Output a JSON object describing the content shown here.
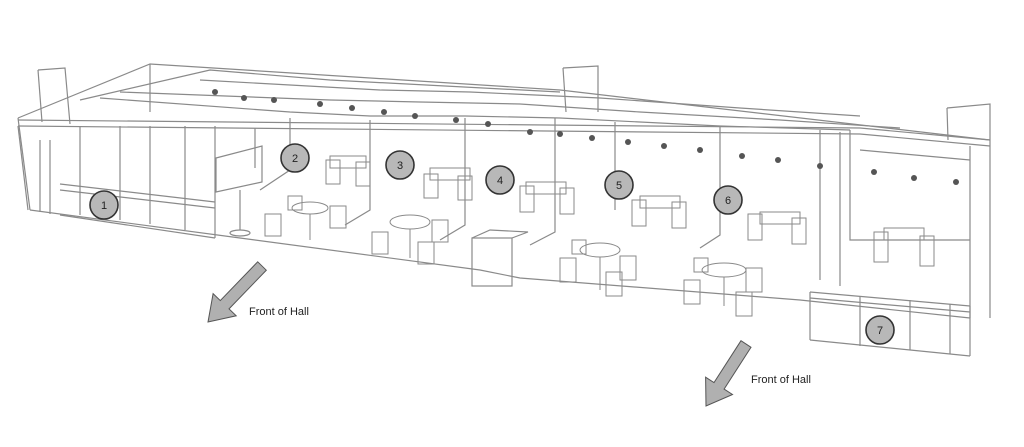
{
  "booths": [
    {
      "number": "1"
    },
    {
      "number": "2"
    },
    {
      "number": "3"
    },
    {
      "number": "4"
    },
    {
      "number": "5"
    },
    {
      "number": "6"
    },
    {
      "number": "7"
    }
  ],
  "direction_labels": [
    {
      "text": "Front of Hall"
    },
    {
      "text": "Front of Hall"
    }
  ],
  "colors": {
    "line": "#8a8a8a",
    "badge_fill": "#b8b8b8",
    "badge_stroke": "#333333",
    "arrow_fill": "#b0b0b0",
    "arrow_stroke": "#555555"
  }
}
